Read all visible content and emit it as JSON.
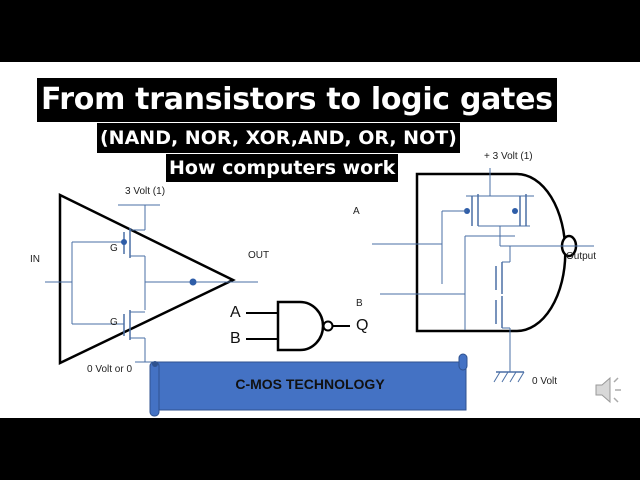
{
  "title": {
    "line1": "From transistors to logic gates",
    "line2": "(NAND, NOR, XOR,AND, OR, NOT)",
    "line3": "How computers work"
  },
  "inverter": {
    "vdd": "3 Volt  (1)",
    "in": "IN",
    "out": "OUT",
    "gate_top": "G",
    "gate_bottom": "G",
    "ground": "0 Volt or 0"
  },
  "nand_symbol": {
    "input_a": "A",
    "input_b": "B",
    "output_q": "Q"
  },
  "nand_transistor": {
    "vdd": "+ 3 Volt  (1)",
    "input_a": "A",
    "input_b": "B",
    "output": "Output",
    "ground": "0 Volt"
  },
  "banner": {
    "text": "C-MOS TECHNOLOGY",
    "color": "#4472C4"
  },
  "colors": {
    "wire": "#4a6fa5",
    "dot": "#2e5da8",
    "outline": "#000000",
    "background": "#ffffff"
  },
  "icons": {
    "speaker": "speaker-icon"
  }
}
